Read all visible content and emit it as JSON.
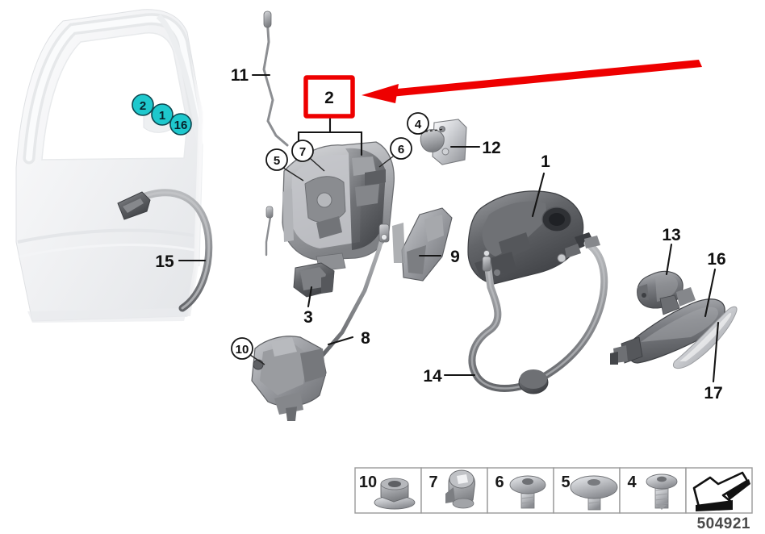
{
  "diagram": {
    "id_label": "504921",
    "title": "Door lock and handle exploded parts diagram",
    "background_color": "#ffffff"
  },
  "highlight": {
    "boxed_callout": "2",
    "box_color": "#ee0000",
    "arrow_color": "#ee0000",
    "arrow_direction": "left"
  },
  "door_badges": [
    {
      "label": "2",
      "color": "#1ec8cd"
    },
    {
      "label": "1",
      "color": "#1ec8cd"
    },
    {
      "label": "16",
      "color": "#1ec8cd"
    }
  ],
  "plain_callouts": [
    {
      "label": "11"
    },
    {
      "label": "12"
    },
    {
      "label": "1"
    },
    {
      "label": "13"
    },
    {
      "label": "16"
    },
    {
      "label": "17"
    },
    {
      "label": "15"
    },
    {
      "label": "3"
    },
    {
      "label": "8"
    },
    {
      "label": "9"
    },
    {
      "label": "14"
    }
  ],
  "circled_callouts": [
    {
      "label": "5"
    },
    {
      "label": "7"
    },
    {
      "label": "6"
    },
    {
      "label": "4"
    },
    {
      "label": "10"
    }
  ],
  "legend": {
    "cells": [
      {
        "label": "10",
        "icon": "flange-nut-icon"
      },
      {
        "label": "7",
        "icon": "collar-screw-icon"
      },
      {
        "label": "6",
        "icon": "torx-pan-screw-icon"
      },
      {
        "label": "5",
        "icon": "torx-dome-screw-icon"
      },
      {
        "label": "4",
        "icon": "torx-countersunk-screw-icon"
      },
      {
        "label": "",
        "icon": "block-arrow-icon"
      }
    ]
  }
}
